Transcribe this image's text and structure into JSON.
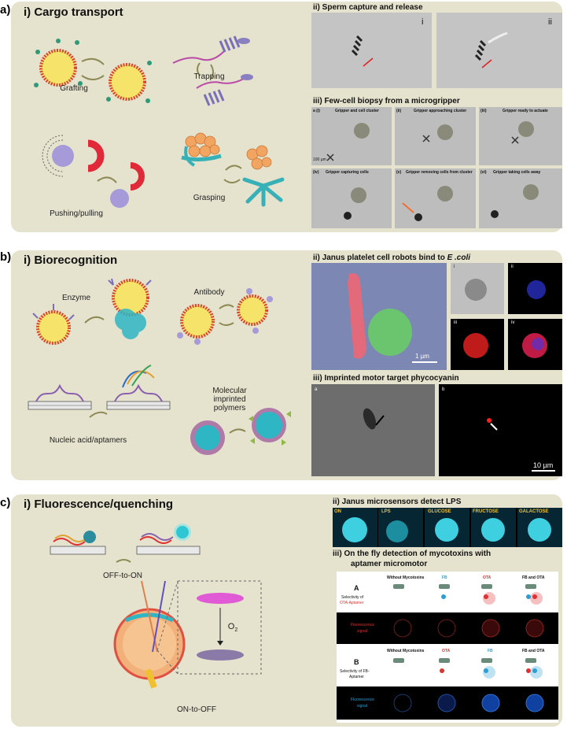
{
  "panel_a": {
    "label": "a)",
    "title": "i) Cargo transport",
    "grafting": "Grafting",
    "trapping": "Trapping",
    "pushing": "Pushing/pulling",
    "grasping": "Grasping",
    "sperm_title": "ii) Sperm capture and release",
    "sperm_i": "i",
    "sperm_ii": "ii",
    "biopsy_title": "iii) Few-cell biopsy from a microgripper",
    "biopsy": [
      {
        "tag": "a (i)",
        "caption": "Gripper and cell cluster"
      },
      {
        "tag": "(ii)",
        "caption": "Gripper approaching cluster"
      },
      {
        "tag": "(iii)",
        "caption": "Gripper ready to actuate"
      },
      {
        "tag": "(iv)",
        "caption": "Gripper capturing cells"
      },
      {
        "tag": "(v)",
        "caption": "Gripper removing cells from cluster"
      },
      {
        "tag": "(vi)",
        "caption": "Gripper taking cells away"
      }
    ],
    "scale": "100 µm"
  },
  "panel_b": {
    "label": "b)",
    "title": "i) Biorecognition",
    "enzyme": "Enzyme",
    "antibody": "Antibody",
    "nucleic": "Nucleic acid/aptamers",
    "mip": "Molecular imprinted polymers",
    "janus_title_pre": "ii) Janus platelet cell robots bind to ",
    "janus_title_it": "E .coli",
    "sem_scale": "1 µm",
    "fluor_tags": [
      "i",
      "ii",
      "iii",
      "iv"
    ],
    "motor_title": "iii) Imprinted motor target phycocyanin",
    "motor_a": "a",
    "motor_b": "b",
    "motor_scale": "10 µm"
  },
  "panel_c": {
    "label": "c)",
    "title": "i) Fluorescence/quenching",
    "off_on": "OFF-to-ON",
    "on_off": "ON-to-OFF",
    "o2": "O",
    "o2_sub": "2",
    "lps_title": "ii) Janus microsensors detect LPS",
    "lps_tags": [
      "ON",
      "LPS",
      "GLUCOSE",
      "FRUCTOSE",
      "GALACTOSE"
    ],
    "myco_title_1": "iii) On the fly detection of mycotoxins with",
    "myco_title_2": "aptamer micromotor",
    "A": "A",
    "B": "B",
    "sel_A_1": "Selectivity of",
    "sel_A_2": "OTA-Aptamer",
    "sel_B_1": "Selectivity of FB-",
    "sel_B_2": "Aptamer",
    "colA": [
      "Without Mycotoxins",
      "FB",
      "OTA",
      "FB and OTA"
    ],
    "colB": [
      "Without Mycotoxins",
      "OTA",
      "FB",
      "FB and OTA"
    ],
    "fluor_A_1": "Fluorescence",
    "fluor_A_2": "signal",
    "fluor_B_1": "Fluorescence",
    "fluor_B_2": "signal"
  },
  "colors": {
    "panel_bg": "#e5e3cd",
    "lipid_red": "#d9462a",
    "core_yellow": "#f6e46a",
    "cyan": "#2fb6c4",
    "purple": "#8a7fc0",
    "magenta": "#d94ad2",
    "ota_red": "#e03030",
    "fb_blue": "#2a9fd6"
  }
}
